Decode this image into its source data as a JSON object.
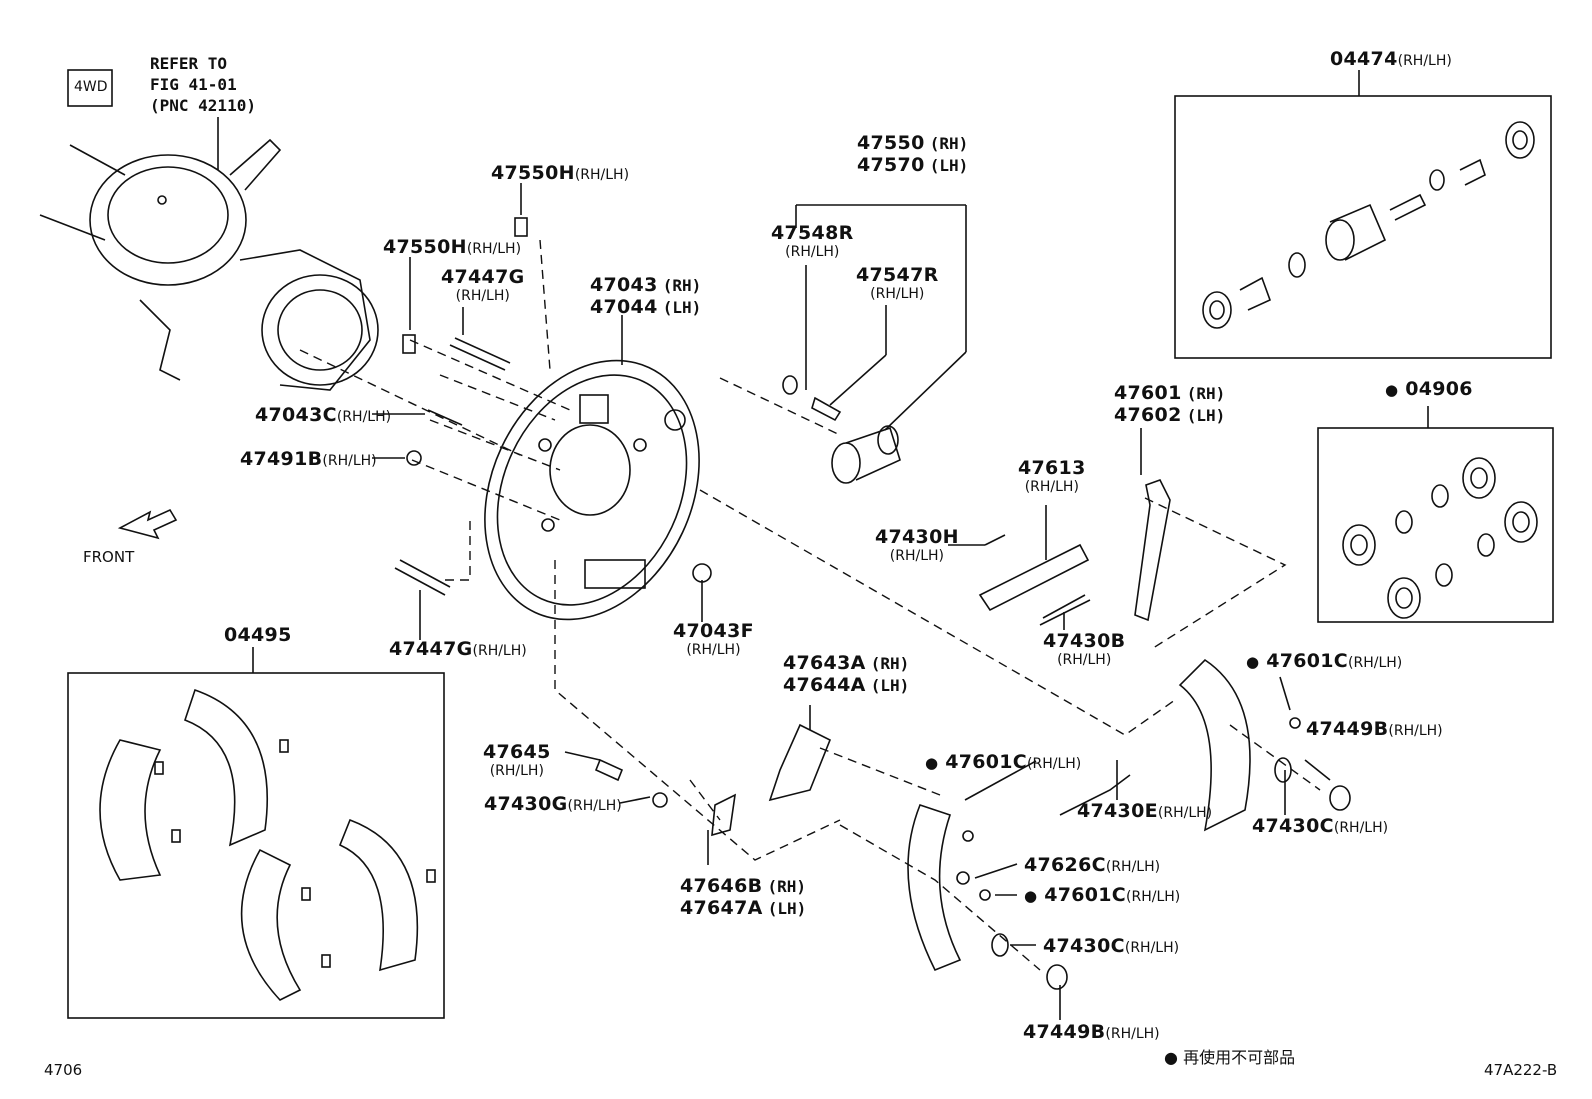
{
  "diagram_id": "47A222-B",
  "page_number": "4706",
  "legend": {
    "text": "再使用不可部品"
  },
  "front_label": "FRONT",
  "tag_4wd": "4WD",
  "refer": {
    "line1": "REFER TO",
    "line2": "FIG 41-01",
    "line3": "(PNC 42110)"
  },
  "labels": {
    "p04474": {
      "num": "04474",
      "sub": "(RH/LH)"
    },
    "p04906": {
      "num": "04906"
    },
    "p04495": {
      "num": "04495"
    },
    "p47550H_a": {
      "num": "47550H",
      "sub": "(RH/LH)"
    },
    "p47550H_b": {
      "num": "47550H",
      "sub": "(RH/LH)"
    },
    "p47447G_a": {
      "num": "47447G",
      "sub": "(RH/LH)"
    },
    "p47447G_b": {
      "num": "47447G",
      "sub": "(RH/LH)"
    },
    "p47043C": {
      "num": "47043C",
      "sub": "(RH/LH)"
    },
    "p47491B": {
      "num": "47491B",
      "sub": "(RH/LH)"
    },
    "p47043": {
      "num": "47043",
      "sub": "(RH)"
    },
    "p47044": {
      "num": "47044",
      "sub": "(LH)"
    },
    "p47550": {
      "num": "47550",
      "sub": "(RH)"
    },
    "p47570": {
      "num": "47570",
      "sub": "(LH)"
    },
    "p47548R": {
      "num": "47548R",
      "sub": "(RH/LH)"
    },
    "p47547R": {
      "num": "47547R",
      "sub": "(RH/LH)"
    },
    "p47043F": {
      "num": "47043F",
      "sub": "(RH/LH)"
    },
    "p47601": {
      "num": "47601",
      "sub": "(RH)"
    },
    "p47602": {
      "num": "47602",
      "sub": "(LH)"
    },
    "p47613": {
      "num": "47613",
      "sub": "(RH/LH)"
    },
    "p47430H": {
      "num": "47430H",
      "sub": "(RH/LH)"
    },
    "p47430B": {
      "num": "47430B",
      "sub": "(RH/LH)"
    },
    "p47601C_a": {
      "num": "47601C",
      "sub": "(RH/LH)"
    },
    "p47449B_a": {
      "num": "47449B",
      "sub": "(RH/LH)"
    },
    "p47430C_a": {
      "num": "47430C",
      "sub": "(RH/LH)"
    },
    "p47643A": {
      "num": "47643A",
      "sub": "(RH)"
    },
    "p47644A": {
      "num": "47644A",
      "sub": "(LH)"
    },
    "p47645": {
      "num": "47645",
      "sub": "(RH/LH)"
    },
    "p47430G": {
      "num": "47430G",
      "sub": "(RH/LH)"
    },
    "p47646B": {
      "num": "47646B",
      "sub": "(RH)"
    },
    "p47647A": {
      "num": "47647A",
      "sub": "(LH)"
    },
    "p47601C_b": {
      "num": "47601C",
      "sub": "(RH/LH)"
    },
    "p47430E": {
      "num": "47430E",
      "sub": "(RH/LH)"
    },
    "p47626C": {
      "num": "47626C",
      "sub": "(RH/LH)"
    },
    "p47601C_c": {
      "num": "47601C",
      "sub": "(RH/LH)"
    },
    "p47430C_b": {
      "num": "47430C",
      "sub": "(RH/LH)"
    },
    "p47449B_b": {
      "num": "47449B",
      "sub": "(RH/LH)"
    }
  }
}
